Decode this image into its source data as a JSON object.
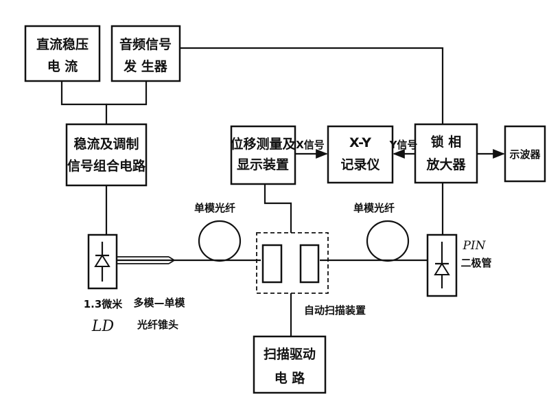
{
  "blocks": {
    "dc_source": {
      "line1": "直流稳压",
      "line2": "电    流"
    },
    "audio_gen": {
      "line1": "音频信号",
      "line2": "发 生器"
    },
    "modulator": {
      "line1": "稳流及调制",
      "line2": "信号组合电路"
    },
    "displacement": {
      "line1": "位移测量及",
      "line2": "显示装置"
    },
    "recorder": {
      "line1": "X-Y",
      "line2": "记录仪"
    },
    "lockin": {
      "line1": "锁 相",
      "line2": "放大器"
    },
    "oscilloscope": {
      "line1": "示波器"
    },
    "scan_driver": {
      "line1": "扫描驱动",
      "line2": "电    路"
    }
  },
  "labels": {
    "x_signal": "X信号",
    "y_signal": "Y信号",
    "smf_left": "单模光纤",
    "smf_right": "单模光纤",
    "ld_line1": "1.3微米",
    "ld_line2": "LD",
    "pin_line1": "PIN",
    "pin_line2": "二极管",
    "taper_line1": "多模—单模",
    "taper_line2": "光纤锥头",
    "auto_scan": "自动扫描装置"
  }
}
